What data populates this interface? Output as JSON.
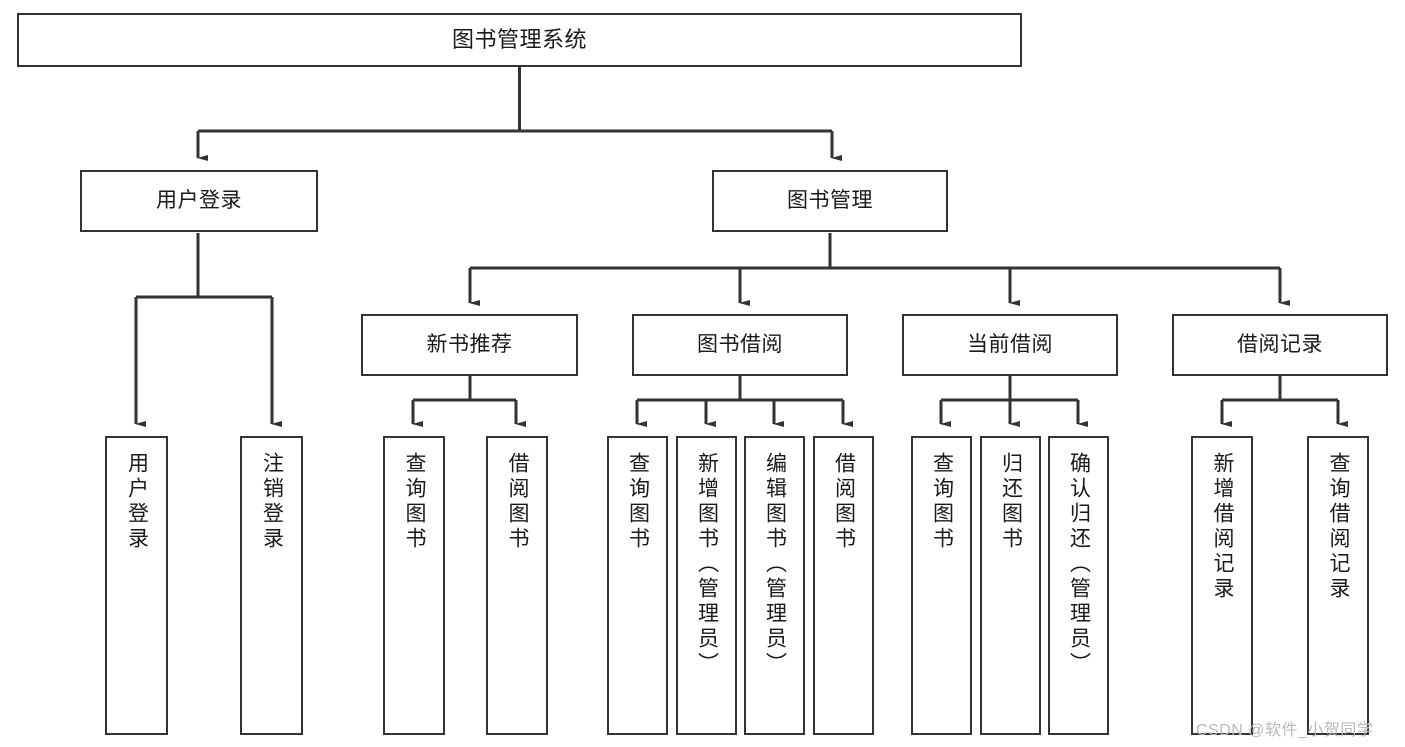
{
  "diagram": {
    "title": "图书管理系统",
    "type": "tree-hierarchy-chart",
    "colors": {
      "node_border": "#333333",
      "node_fill": "#ffffff",
      "edge": "#333333",
      "text": "#1a1a1a",
      "watermark": "#b9b9b9",
      "background": "#ffffff"
    },
    "root": {
      "label": "图书管理系统"
    },
    "level2": [
      {
        "id": "user-login",
        "label": "用户登录"
      },
      {
        "id": "book-management",
        "label": "图书管理"
      }
    ],
    "level3": [
      {
        "id": "new-book-recommend",
        "label": "新书推荐",
        "parent": "book-management"
      },
      {
        "id": "book-borrow",
        "label": "图书借阅",
        "parent": "book-management"
      },
      {
        "id": "current-borrow",
        "label": "当前借阅",
        "parent": "book-management"
      },
      {
        "id": "borrow-record",
        "label": "借阅记录",
        "parent": "book-management"
      }
    ],
    "leaves": {
      "user_login": [
        {
          "id": "leaf-user-login",
          "label": "用户登录"
        },
        {
          "id": "leaf-logout",
          "label": "注销登录"
        }
      ],
      "new_book_recommend": [
        {
          "id": "leaf-query-book-1",
          "label": "查询图书"
        },
        {
          "id": "leaf-borrow-book-1",
          "label": "借阅图书"
        }
      ],
      "book_borrow": [
        {
          "id": "leaf-query-book-2",
          "label": "查询图书"
        },
        {
          "id": "leaf-add-book",
          "label": "新增图书（管理员）"
        },
        {
          "id": "leaf-edit-book",
          "label": "编辑图书（管理员）"
        },
        {
          "id": "leaf-borrow-book-2",
          "label": "借阅图书"
        }
      ],
      "current_borrow": [
        {
          "id": "leaf-query-book-3",
          "label": "查询图书"
        },
        {
          "id": "leaf-return-book",
          "label": "归还图书"
        },
        {
          "id": "leaf-confirm-return",
          "label": "确认归还（管理员）"
        }
      ],
      "borrow_record": [
        {
          "id": "leaf-add-record",
          "label": "新增借阅记录"
        },
        {
          "id": "leaf-query-record",
          "label": "查询借阅记录"
        }
      ]
    }
  },
  "watermark": {
    "text": "CSDN @软件_小贺同学"
  }
}
